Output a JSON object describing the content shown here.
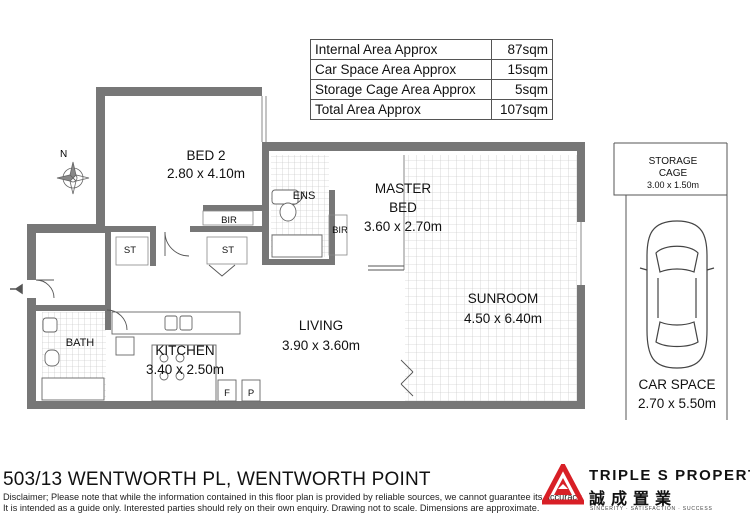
{
  "areas": [
    {
      "label": "Internal Area Approx",
      "value": "87sqm"
    },
    {
      "label": "Car Space Area Approx",
      "value": "15sqm"
    },
    {
      "label": "Storage Cage Area Approx",
      "value": "5sqm"
    },
    {
      "label": "Total Area Approx",
      "value": "107sqm"
    }
  ],
  "rooms": {
    "bed2": {
      "name": "BED 2",
      "size": "2.80 x 4.10m"
    },
    "master": {
      "name1": "MASTER",
      "name2": "BED",
      "size": "3.60 x 2.70m"
    },
    "sunroom": {
      "name": "SUNROOM",
      "size": "4.50 x 6.40m"
    },
    "living": {
      "name": "LIVING",
      "size": "3.90 x 3.60m"
    },
    "kitchen": {
      "name": "KITCHEN",
      "size": "3.40 x 2.50m"
    },
    "bath": "BATH",
    "ens": "ENS",
    "bir": "BIR",
    "st": "ST",
    "fridge": "F",
    "pantry": "P",
    "storage": {
      "name1": "STORAGE",
      "name2": "CAGE",
      "size": "3.00 x 1.50m"
    },
    "car": {
      "name": "CAR SPACE",
      "size": "2.70 x 5.50m"
    }
  },
  "address": "503/13 WENTWORTH PL, WENTWORTH POINT",
  "disclaimer_line1": "Disclaimer; Please note that while the information contained in this floor plan is provided by reliable sources, we cannot guarantee its accuracy.",
  "disclaimer_line2": "It is intended as a guide only. Interested parties should rely on their own enquiry. Drawing not to scale.  Dimensions are approximate.",
  "brand": {
    "name": "TRIPLE S PROPERTY",
    "chinese": "誠成置業",
    "tagline": "SINCERITY · SATISFACTION · SUCCESS",
    "accent": "#d81f26"
  },
  "compass": "N"
}
